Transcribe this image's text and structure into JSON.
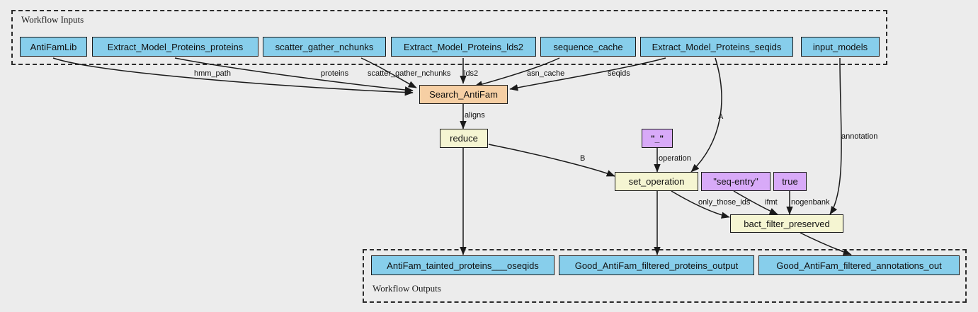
{
  "diagram": {
    "title": "AntiFam workflow graph",
    "background_color": "#ececec",
    "colors": {
      "input_output_node": "#87ceeb",
      "step_node": "#f5f5d2",
      "primary_step_node": "#f6cfa4",
      "constant_node": "#d8aaf8",
      "border": "#1b1b1b",
      "edge": "#1a1a1a"
    }
  },
  "clusters": [
    {
      "id": "inputs",
      "label": "Workflow Inputs"
    },
    {
      "id": "outputs",
      "label": "Workflow Outputs"
    }
  ],
  "inputs": [
    {
      "id": "antifamlib",
      "label": "AntiFamLib"
    },
    {
      "id": "emp_proteins",
      "label": "Extract_Model_Proteins_proteins"
    },
    {
      "id": "sg_nchunks",
      "label": "scatter_gather_nchunks"
    },
    {
      "id": "emp_lds2",
      "label": "Extract_Model_Proteins_lds2"
    },
    {
      "id": "seq_cache",
      "label": "sequence_cache"
    },
    {
      "id": "emp_seqids",
      "label": "Extract_Model_Proteins_seqids"
    },
    {
      "id": "input_models",
      "label": "input_models"
    }
  ],
  "steps": [
    {
      "id": "search_antifam",
      "label": "Search_AntiFam",
      "kind": "primary"
    },
    {
      "id": "reduce",
      "label": "reduce",
      "kind": "step"
    },
    {
      "id": "set_operation",
      "label": "set_operation",
      "kind": "step"
    },
    {
      "id": "bact_filter_preserved",
      "label": "bact_filter_preserved",
      "kind": "step"
    }
  ],
  "constants": [
    {
      "id": "const_underscore",
      "label": "\"_\"",
      "kind": "const"
    },
    {
      "id": "const_seq_entry",
      "label": "\"seq-entry\"",
      "kind": "const-plain"
    },
    {
      "id": "const_true",
      "label": "true",
      "kind": "const-plain"
    }
  ],
  "outputs": [
    {
      "id": "out_tainted",
      "label": "AntiFam_tainted_proteins___oseqids"
    },
    {
      "id": "out_proteins",
      "label": "Good_AntiFam_filtered_proteins_output"
    },
    {
      "id": "out_annotations",
      "label": "Good_AntiFam_filtered_annotations_out"
    }
  ],
  "edge_labels": [
    {
      "id": "lbl_hmm_path",
      "text": "hmm_path"
    },
    {
      "id": "lbl_proteins",
      "text": "proteins"
    },
    {
      "id": "lbl_sg_nchunks",
      "text": "scatter_gather_nchunks"
    },
    {
      "id": "lbl_lds2",
      "text": "lds2"
    },
    {
      "id": "lbl_asn_cache",
      "text": "asn_cache"
    },
    {
      "id": "lbl_seqids",
      "text": "seqids"
    },
    {
      "id": "lbl_aligns",
      "text": "aligns"
    },
    {
      "id": "lbl_A",
      "text": "A"
    },
    {
      "id": "lbl_B",
      "text": "B"
    },
    {
      "id": "lbl_operation",
      "text": "operation"
    },
    {
      "id": "lbl_only_those_ids",
      "text": "only_those_ids"
    },
    {
      "id": "lbl_ifmt",
      "text": "ifmt"
    },
    {
      "id": "lbl_nogenbank",
      "text": "nogenbank"
    },
    {
      "id": "lbl_annotation",
      "text": "annotation"
    }
  ]
}
